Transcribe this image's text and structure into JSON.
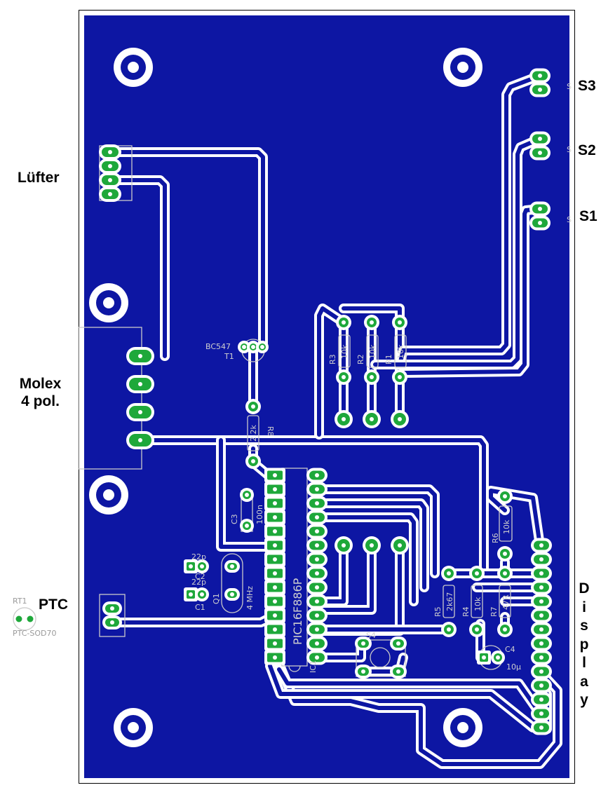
{
  "colors": {
    "board": "#0d16a3",
    "copper": "#1ea83a",
    "clearance": "#ffffff",
    "drill": "#ffffff",
    "outline": "#000000"
  },
  "connectors": {
    "fan": "Lüfter",
    "molex_line1": "Molex",
    "molex_line2": "4 pol.",
    "ptc": "PTC",
    "switch_s3": "S3",
    "switch_s2": "S2",
    "switch_s1": "S1",
    "display": "Display"
  },
  "components": {
    "rt1_name": "RT1",
    "rt1_package": "PTC-SOD70",
    "t1_type": "BC547",
    "t1_name": "T1",
    "r8_name": "R8",
    "r8_value": "2,2k",
    "r3_name": "R3",
    "r3_value": "10k",
    "r2_name": "R2",
    "r2_value": "10k",
    "r1_name": "R1",
    "r1_value": "10k",
    "c3_name": "C3",
    "c3_value": "100n",
    "c2_name": "C2",
    "c2_value": "22p",
    "c1_name": "C1",
    "c1_value": "22p",
    "q1_name": "Q1",
    "q1_value": "4 MHz",
    "ic1_name": "IC1",
    "ic1_value": "PIC16F886P",
    "r6_name": "R6",
    "r6_value": "10k",
    "r5_name": "R5",
    "r5_value": "2k67",
    "r4_name": "R4",
    "r4_value": "10k",
    "r7_name": "R7",
    "r7_value": "47R",
    "c4_name": "C4",
    "c4_value": "10µ",
    "s4_name": "S4",
    "pad_label": "S"
  }
}
